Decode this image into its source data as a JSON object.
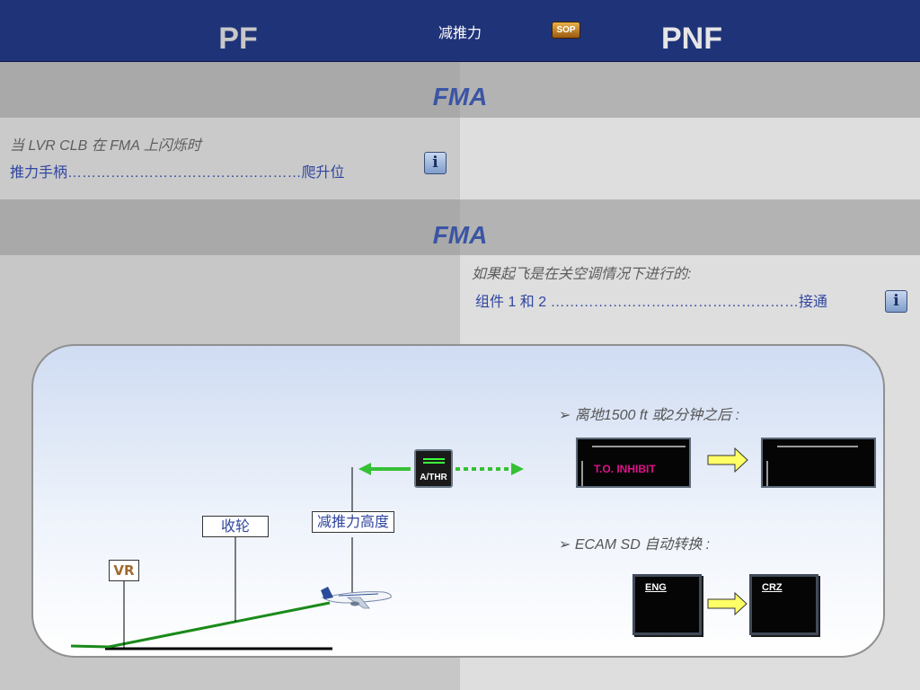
{
  "header": {
    "pf_label": "PF",
    "title": "减推力",
    "sop_badge": "SOP",
    "pnf_label": "PNF"
  },
  "section1": {
    "heading": "FMA",
    "pf_condition": "当 LVR CLB 在 FMA 上闪烁时",
    "pf_action": "推力手柄……………………………….…………爬升位",
    "info_icon": "i"
  },
  "section2": {
    "heading": "FMA",
    "pnf_condition": "如果起飞是在关空调情况下进行的:",
    "pnf_action": "组件 1 和 2 ……………………….……………………接通",
    "info_icon": "i"
  },
  "diagram": {
    "vr_label": "VR",
    "gear_up_label": "收轮",
    "thrust_reduction_label": "减推力高度",
    "athr_button_label": "A/THR",
    "bullet1": "离地1500 ft 或2分钟之后 :",
    "to_inhibit_text": "T.O. INHIBIT",
    "bullet2": "ECAM SD  自动转换 :",
    "ecam_from": "ENG",
    "ecam_to": "CRZ"
  },
  "colors": {
    "header_bg": "#1f3379",
    "heading_blue": "#3b55a5",
    "action_blue": "#3046a0",
    "to_inhibit_magenta": "#e0108a",
    "flight_path_green": "#1a8a1a",
    "arrow_yellow": "#ffff66"
  }
}
